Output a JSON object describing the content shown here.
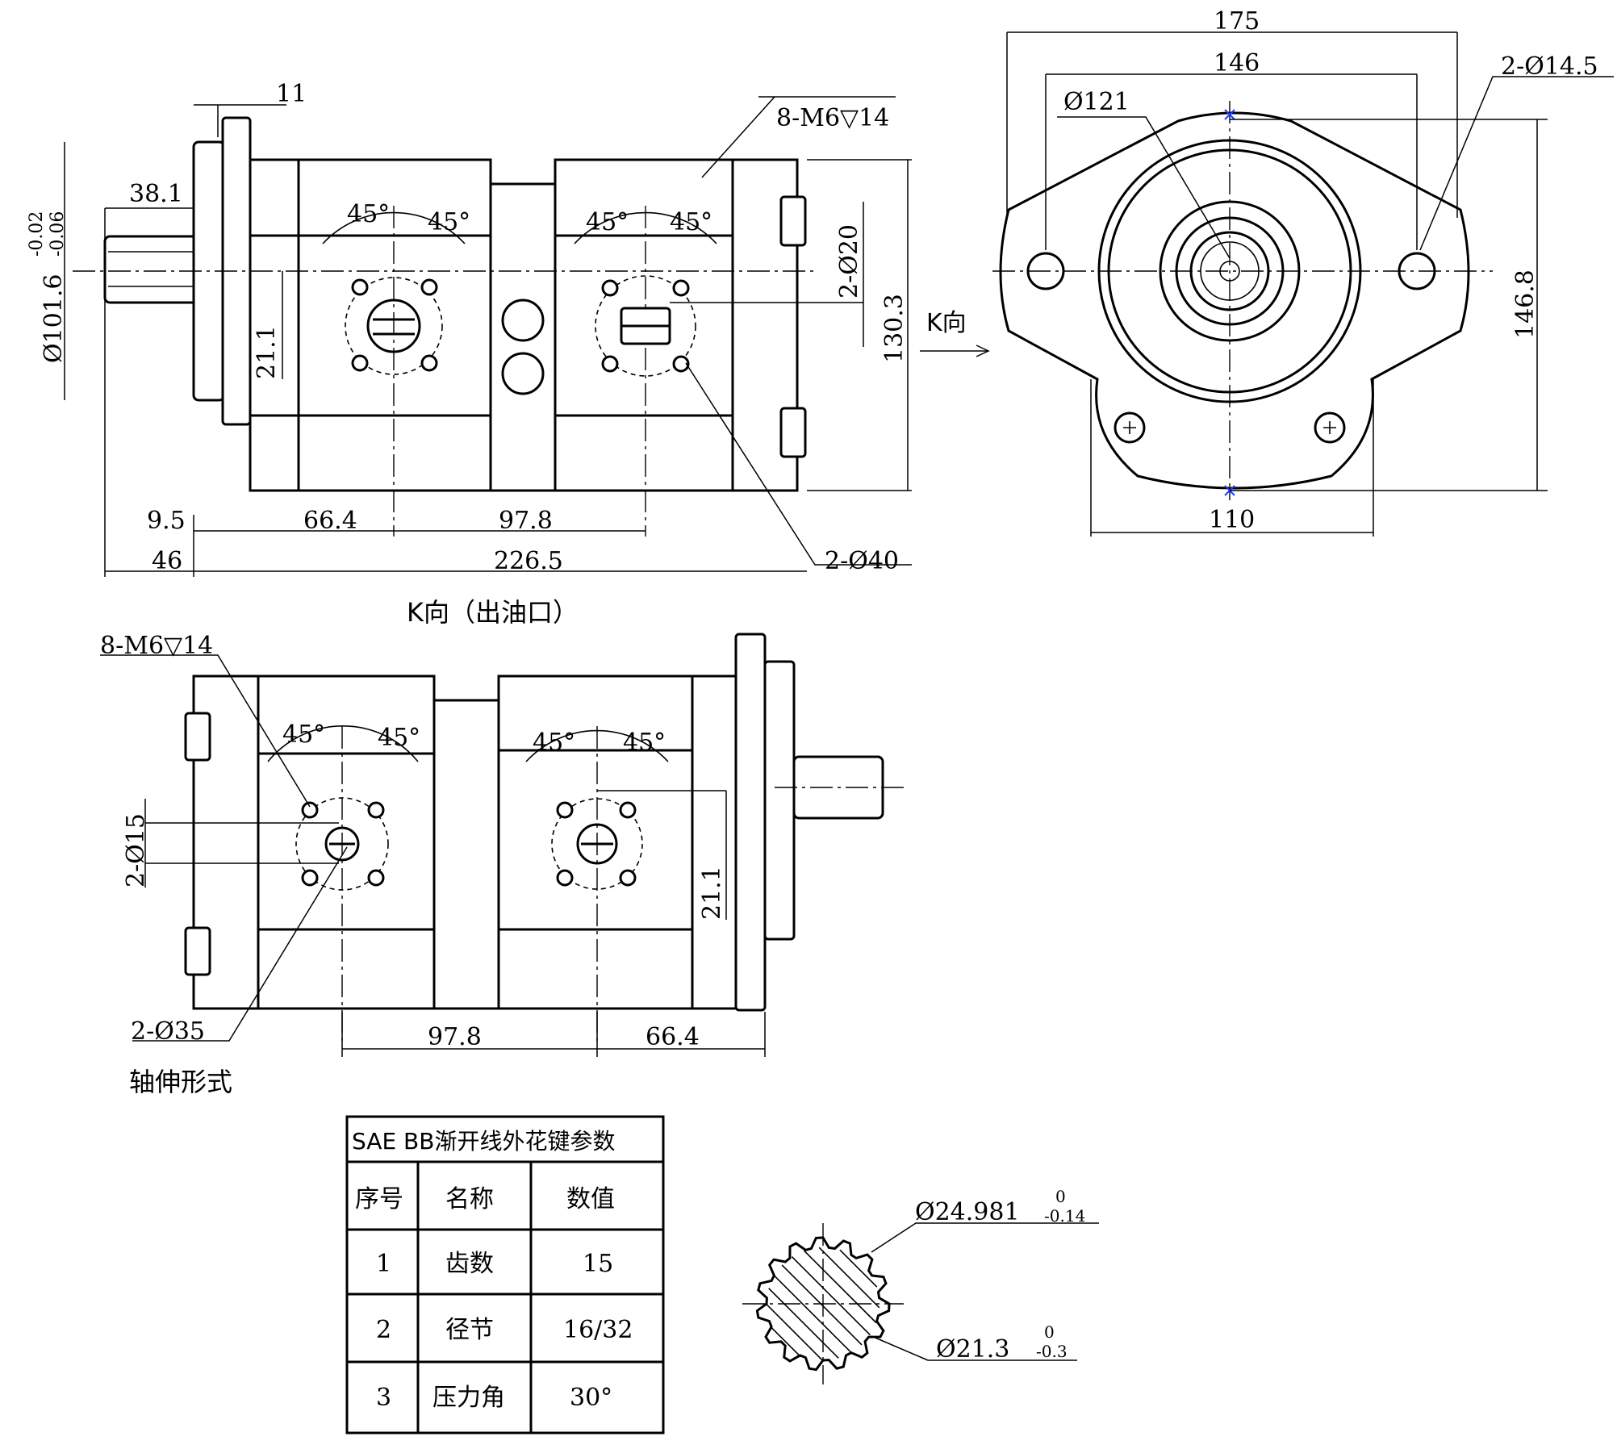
{
  "front_view": {
    "dims": {
      "d11": "11",
      "d38_1": "38.1",
      "dia101_6": "Ø101.6",
      "tol_upper": "-0.02",
      "tol_lower": "-0.06",
      "d21_1": "21.1",
      "d9_5": "9.5",
      "d66_4": "66.4",
      "d97_8": "97.8",
      "d46": "46",
      "d226_5": "226.5",
      "d130_3": "130.3",
      "port_dia20": "2-Ø20",
      "port_dia40": "2-Ø40",
      "thread": "8-M6▽14",
      "angle": "45°"
    },
    "k_arrow": "K向"
  },
  "side_view": {
    "dims": {
      "d175": "175",
      "d146": "146",
      "dia121": "Ø121",
      "holes": "2-Ø14.5",
      "d146_8": "146.8",
      "d110": "110"
    }
  },
  "k_view": {
    "title": "K向（出油口）",
    "dims": {
      "thread": "8-M6▽14",
      "port_dia15": "2-Ø15",
      "port_dia35": "2-Ø35",
      "d21_1": "21.1",
      "d97_8": "97.8",
      "d66_4": "66.4",
      "angle": "45°"
    }
  },
  "shaft_section": {
    "title": "轴伸形式",
    "outer_dia": "Ø24.981",
    "outer_tol_upper": "0",
    "outer_tol_lower": "-0.14",
    "root_dia": "Ø21.3",
    "root_tol_upper": "0",
    "root_tol_lower": "-0.3"
  },
  "spline_table": {
    "title": "SAE  BB渐开线外花键参数",
    "headers": [
      "序号",
      "名称",
      "数值"
    ],
    "rows": [
      [
        "1",
        "齿数",
        "15"
      ],
      [
        "2",
        "径节",
        "16/32"
      ],
      [
        "3",
        "压力角",
        "30°"
      ]
    ]
  }
}
